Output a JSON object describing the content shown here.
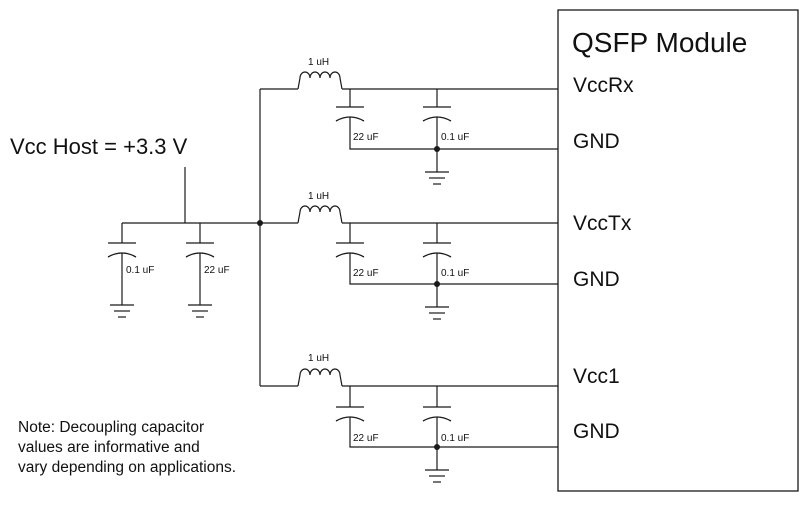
{
  "module": {
    "title": "QSFP Module"
  },
  "host": {
    "label": "Vcc Host = +3.3 V"
  },
  "pins": {
    "vccrx": "VccRx",
    "gnd1": "GND",
    "vcctx": "VccTx",
    "gnd2": "GND",
    "vcc1": "Vcc1",
    "gnd3": "GND"
  },
  "filters": [
    {
      "inductor": "1 uH",
      "bulk_cap": "22 uF",
      "bypass_cap": "0.1 uF"
    },
    {
      "inductor": "1 uH",
      "bulk_cap": "22 uF",
      "bypass_cap": "0.1 uF"
    },
    {
      "inductor": "1 uH",
      "bulk_cap": "22 uF",
      "bypass_cap": "0.1 uF"
    }
  ],
  "host_caps": {
    "bypass_cap": "0.1 uF",
    "bulk_cap": "22 uF"
  },
  "note": [
    "Note: Decoupling capacitor",
    "values are informative and",
    "vary depending on applications."
  ]
}
